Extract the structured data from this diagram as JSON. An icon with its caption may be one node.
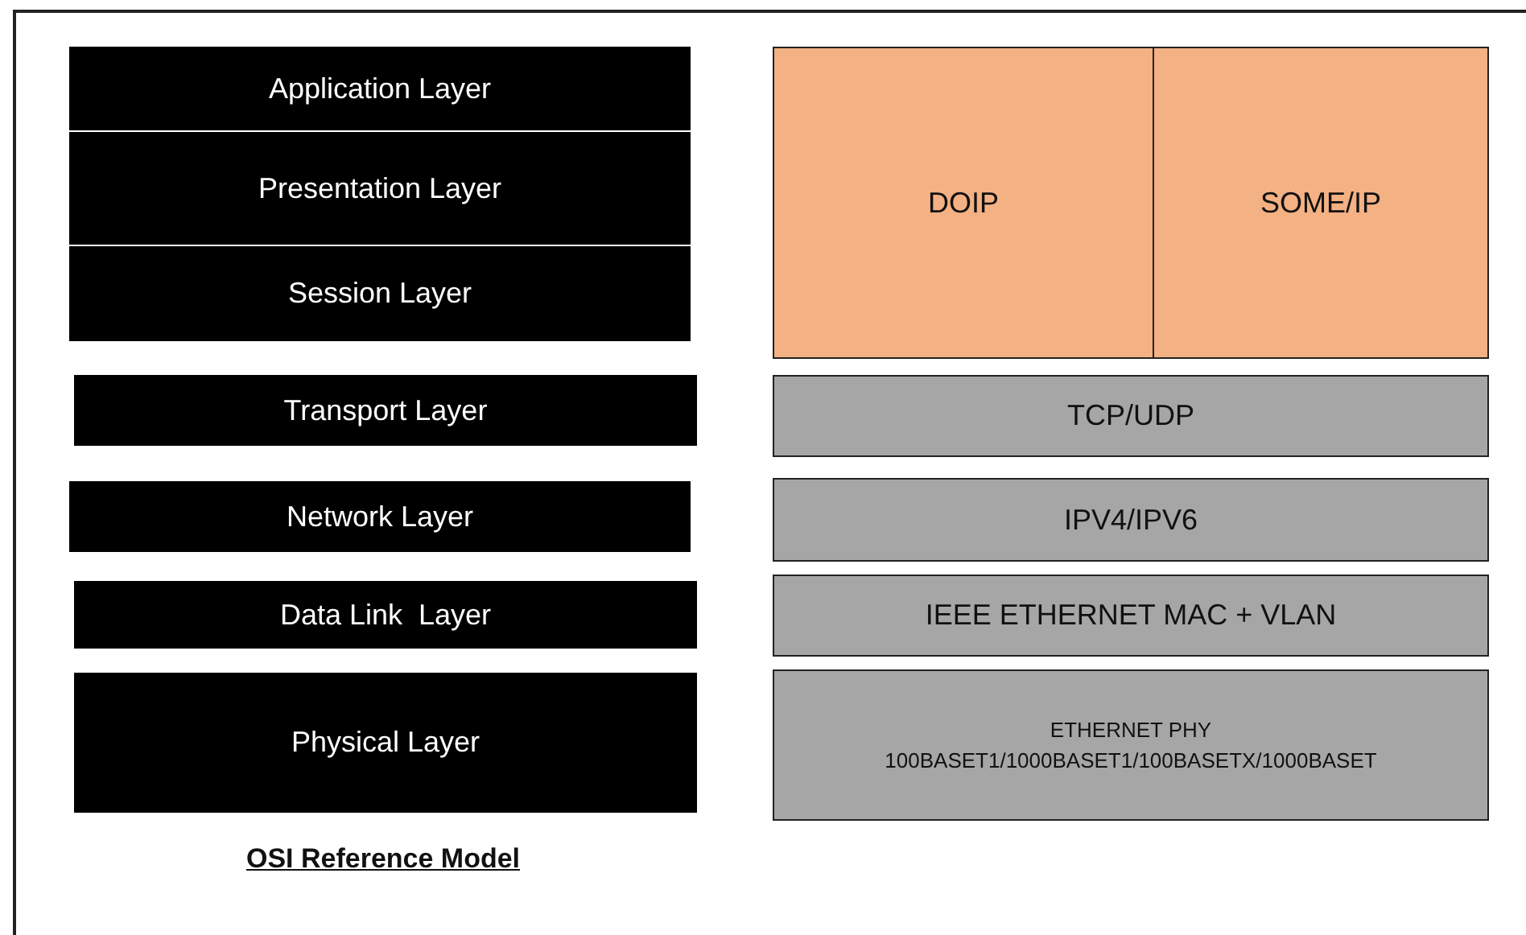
{
  "diagram": {
    "caption": "OSI Reference Model",
    "nodes": [
      {
        "text": [
          "Application Layer"
        ]
      },
      {
        "text": [
          "Presentation Layer"
        ]
      },
      {
        "text": [
          "Session Layer"
        ]
      },
      {
        "text": [
          "Transport Layer"
        ]
      },
      {
        "text": [
          "Network Layer"
        ]
      },
      {
        "text": [
          "Data Link  Layer"
        ]
      },
      {
        "text": [
          "Physical Layer"
        ]
      },
      {
        "text": [
          "DOIP"
        ]
      },
      {
        "text": [
          "SOME/IP"
        ]
      },
      {
        "text": [
          "TCP/UDP"
        ]
      },
      {
        "text": [
          "IPV4/IPV6"
        ]
      },
      {
        "text": [
          "IEEE ETHERNET MAC + VLAN"
        ]
      },
      {
        "text": [
          "ETHERNET PHY",
          "100BASET1/1000BASET1/100BASETX/1000BASET"
        ]
      }
    ]
  }
}
